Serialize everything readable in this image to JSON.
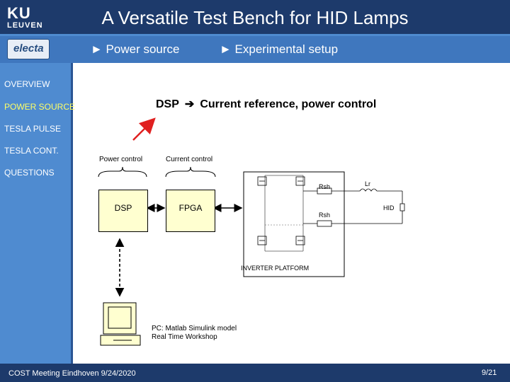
{
  "header": {
    "logo_line1": "KU",
    "logo_line2": "LEUVEN",
    "title": "A Versatile Test Bench for HID Lamps"
  },
  "subheader": {
    "logo_text": "electa",
    "crumbs": [
      "► Power source",
      "► Experimental setup"
    ]
  },
  "sidebar": {
    "items": [
      {
        "label": "OVERVIEW",
        "active": false
      },
      {
        "label": "POWER SOURCE",
        "active": true
      },
      {
        "label": "TESLA PULSE",
        "active": false
      },
      {
        "label": "TESLA CONT.",
        "active": false
      },
      {
        "label": "QUESTIONS",
        "active": false
      }
    ]
  },
  "main": {
    "heading_left": "DSP",
    "heading_right": "Current reference, power control",
    "power_control_label": "Power control",
    "current_control_label": "Current control",
    "dsp_box": "DSP",
    "fpga_box": "FPGA",
    "rsh_top": "Rsh",
    "rsh_bottom": "Rsh",
    "lr_label": "Lr",
    "hid_label": "HID",
    "inverter_label": "INVERTER PLATFORM",
    "pc_line1": "PC:  Matlab Simulink model",
    "pc_line2": "Real Time Workshop"
  },
  "footer": {
    "text": "COST Meeting Eindhoven 9/24/2020",
    "page": "9/21"
  },
  "colors": {
    "header_bg": "#1d3a6b",
    "subheader_bg": "#3f77be",
    "sidebar_bg": "#4f8bd0",
    "active_nav": "#ffff66",
    "box_fill": "#ffffd0",
    "red_arrow": "#e02020"
  }
}
